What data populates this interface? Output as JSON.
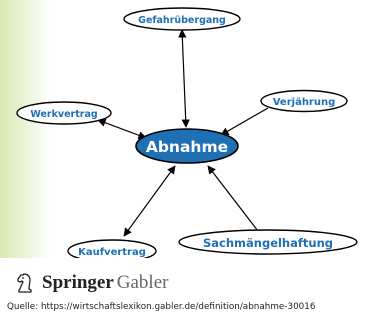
{
  "diagram": {
    "center": {
      "label": "Abnahme",
      "fill": "#1f6fb5",
      "text_color": "#ffffff"
    },
    "nodes": [
      {
        "id": "gefahruebergang",
        "label": "Gefahrübergang"
      },
      {
        "id": "verjaehrung",
        "label": "Verjährung"
      },
      {
        "id": "werkvertrag",
        "label": "Werkvertrag"
      },
      {
        "id": "kaufvertrag",
        "label": "Kaufvertrag"
      },
      {
        "id": "sachmaengelhaftung",
        "label": "Sachmängelhaftung"
      }
    ],
    "edges": [
      {
        "from": "gefahruebergang",
        "to": "center",
        "arrows": "both"
      },
      {
        "from": "verjaehrung",
        "to": "center",
        "arrows": "end"
      },
      {
        "from": "werkvertrag",
        "to": "center",
        "arrows": "both"
      },
      {
        "from": "kaufvertrag",
        "to": "center",
        "arrows": "both"
      },
      {
        "from": "sachmaengelhaftung",
        "to": "center",
        "arrows": "end"
      }
    ],
    "node_text_color": "#1f6fb5"
  },
  "brand": {
    "name": "Springer",
    "sub": "Gabler"
  },
  "source": "Quelle: https://wirtschaftslexikon.gabler.de/definition/abnahme-30016"
}
